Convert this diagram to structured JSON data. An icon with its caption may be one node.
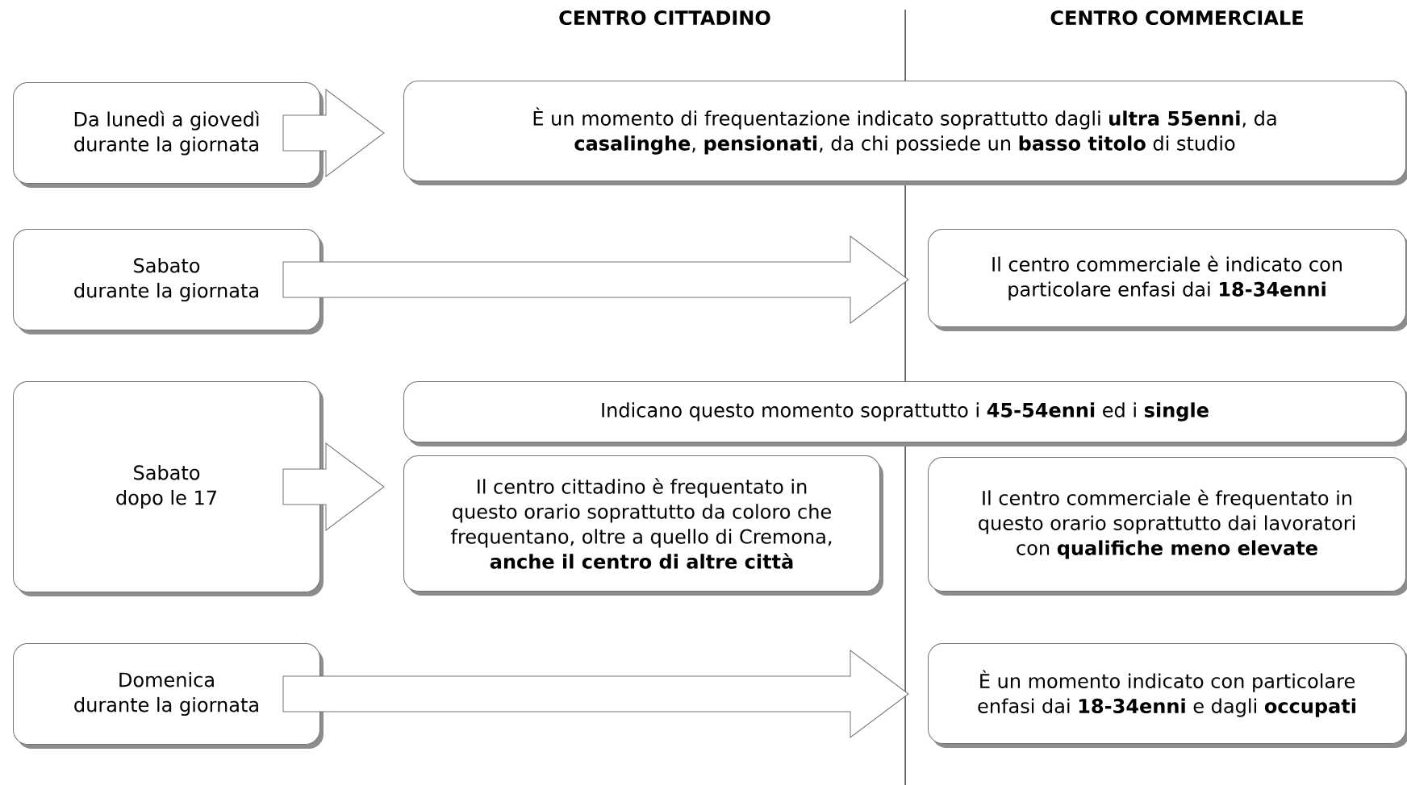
{
  "diagram": {
    "nodes": [
      {
        "text": [
          "Da lunedì a giovedì",
          "durante la giornata"
        ]
      },
      {
        "text": [
          "È un momento di frequentazione indicato soprattutto dagli **ultra 55enni**, da **casalinghe**, **pensionati**, da chi possiede un **basso titolo** di studio"
        ]
      },
      {
        "text": [
          "Sabato",
          "durante la giornata"
        ]
      },
      {
        "text": [
          "Il centro commerciale è indicato con particolare enfasi dai **18-34enni**"
        ]
      },
      {
        "text": [
          "Sabato",
          "dopo le 17"
        ]
      },
      {
        "text": [
          "Indicano questo momento soprattutto i **45-54enni** ed i **single**"
        ]
      },
      {
        "text": [
          "Il centro cittadino è frequentato in questo orario soprattutto da coloro che frequentano, oltre a quello di Cremona, **anche il centro di altre città**"
        ]
      },
      {
        "text": [
          "Il centro commerciale è frequentato in questo orario soprattutto dai lavoratori con **qualifiche meno elevate**"
        ]
      },
      {
        "text": [
          "Domenica",
          "durante la giornata"
        ]
      },
      {
        "text": [
          "È un momento indicato con particolare enfasi dai **18-34enni** e dagli **occupati**"
        ]
      }
    ],
    "edges": [
      {
        "from": 0,
        "to": 1,
        "arrow": "to"
      },
      {
        "from": 2,
        "to": 3,
        "arrow": "to"
      },
      {
        "from": 4,
        "to": 6,
        "arrow": "to"
      },
      {
        "from": 8,
        "to": 9,
        "arrow": "to"
      }
    ],
    "labels": [
      "CENTRO CITTADINO",
      "CENTRO COMMERCIALE"
    ]
  }
}
